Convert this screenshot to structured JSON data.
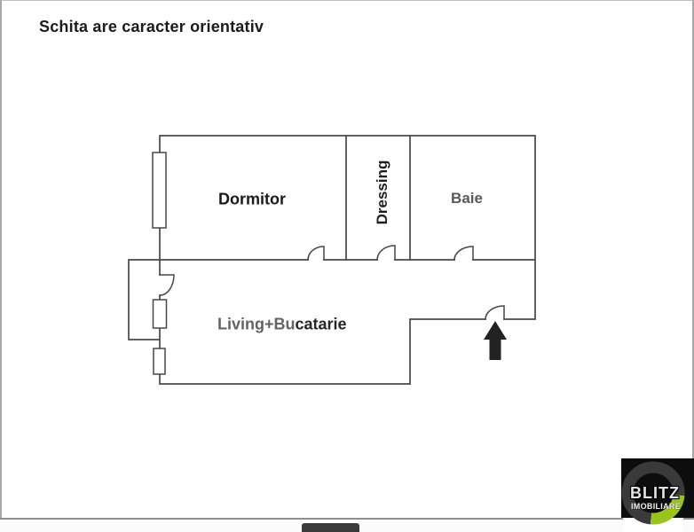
{
  "disclaimer": "Schita are caracter orientativ",
  "floorplan": {
    "rooms": {
      "dormitor": "Dormitor",
      "dressing": "Dressing",
      "baie": "Baie",
      "living_gray": "Living+Bu",
      "living_dark": "catarie"
    },
    "features": [
      "entrance-arrow",
      "door-arcs",
      "windows",
      "balcony"
    ]
  },
  "logo": {
    "brand": "BLITZ",
    "subtitle": "IMOBILIARE",
    "accent_color": "#9bc31d",
    "ring_color": "#3a3a3a",
    "box_color": "#0d0d0d"
  },
  "colors": {
    "wall": "#474747",
    "label_dark": "#1a1a1a",
    "label_gray": "#59595c",
    "arrow": "#222222"
  }
}
